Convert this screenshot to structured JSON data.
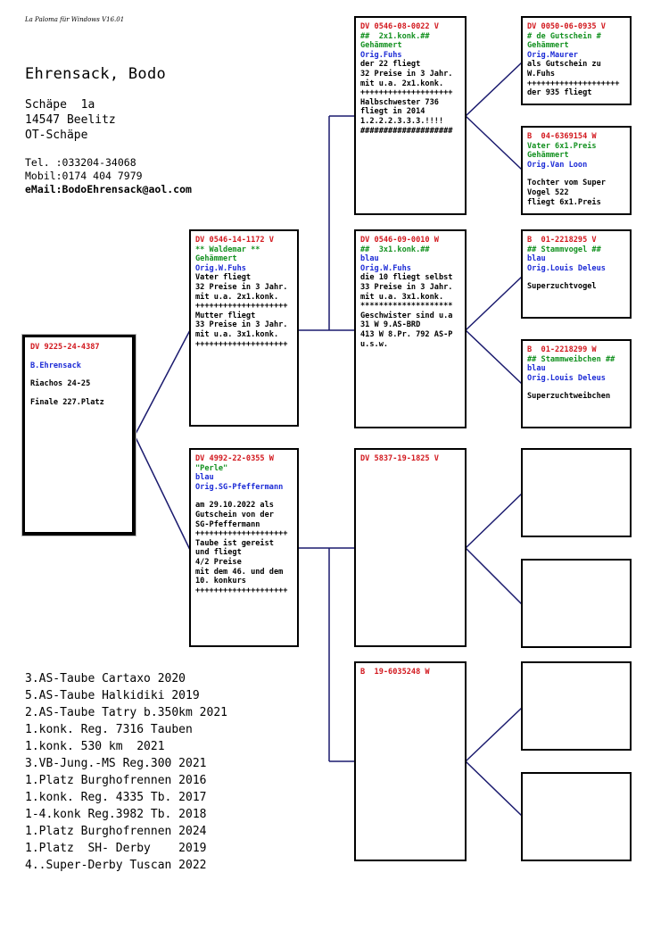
{
  "app_title": "La Paloma für Windows V16.01",
  "owner": {
    "name": "Ehrensack, Bodo",
    "address": [
      "Schäpe  1a",
      "14547 Beelitz",
      "OT-Schäpe"
    ],
    "tel": "Tel. :033204-34068",
    "mobil": "Mobil:0174 404 7979",
    "email": "eMail:BodoEhrensack@aol.com"
  },
  "colors": {
    "ring": "#d2171d",
    "name": "#139120",
    "breeder": "#1c2bd6",
    "line": "#1a1a6e"
  },
  "pigeons": {
    "main": {
      "lines": [
        {
          "t": "DV 9225-24-4387",
          "c": "red"
        },
        {
          "t": "",
          "c": "gap"
        },
        {
          "t": "B.Ehrensack",
          "c": "blue"
        },
        {
          "t": "",
          "c": "gap"
        },
        {
          "t": "Riachos 24-25",
          "c": "black"
        },
        {
          "t": "",
          "c": "gap"
        },
        {
          "t": "Finale 227.Platz",
          "c": "black"
        }
      ]
    },
    "father": {
      "lines": [
        {
          "t": "DV 0546-14-1172 V",
          "c": "red"
        },
        {
          "t": "** Waldemar **",
          "c": "green"
        },
        {
          "t": "Gehämmert",
          "c": "green"
        },
        {
          "t": "Orig.W.Fuhs",
          "c": "blue"
        },
        {
          "t": "Vater fliegt",
          "c": "black"
        },
        {
          "t": "32 Preise in 3 Jahr.",
          "c": "black"
        },
        {
          "t": "mit u.a. 2x1.konk.",
          "c": "black"
        },
        {
          "t": "++++++++++++++++++++",
          "c": "black"
        },
        {
          "t": "Mutter fliegt",
          "c": "black"
        },
        {
          "t": "33 Preise in 3 Jahr.",
          "c": "black"
        },
        {
          "t": "mit u.a. 3x1.konk.",
          "c": "black"
        },
        {
          "t": "++++++++++++++++++++",
          "c": "black"
        }
      ]
    },
    "mother": {
      "lines": [
        {
          "t": "DV 4992-22-0355 W",
          "c": "red"
        },
        {
          "t": "\"Perle\"",
          "c": "green"
        },
        {
          "t": "blau",
          "c": "blue"
        },
        {
          "t": "Orig.SG-Pfeffermann",
          "c": "blue"
        },
        {
          "t": "",
          "c": "gap"
        },
        {
          "t": "am 29.10.2022 als",
          "c": "black"
        },
        {
          "t": "Gutschein von der",
          "c": "black"
        },
        {
          "t": "SG-Pfeffermann",
          "c": "black"
        },
        {
          "t": "++++++++++++++++++++",
          "c": "black"
        },
        {
          "t": "Taube ist gereist",
          "c": "black"
        },
        {
          "t": "und fliegt",
          "c": "black"
        },
        {
          "t": "4/2 Preise",
          "c": "black"
        },
        {
          "t": "mit dem 46. und dem",
          "c": "black"
        },
        {
          "t": "10. konkurs",
          "c": "black"
        },
        {
          "t": "++++++++++++++++++++",
          "c": "black"
        }
      ]
    },
    "ff": {
      "lines": [
        {
          "t": "DV 0546-08-0022 V",
          "c": "red"
        },
        {
          "t": "##  2x1.konk.##",
          "c": "green"
        },
        {
          "t": "Gehämmert",
          "c": "green"
        },
        {
          "t": "Orig.Fuhs",
          "c": "blue"
        },
        {
          "t": "der 22 fliegt",
          "c": "black"
        },
        {
          "t": "32 Preise in 3 Jahr.",
          "c": "black"
        },
        {
          "t": "mit u.a. 2x1.konk.",
          "c": "black"
        },
        {
          "t": "++++++++++++++++++++",
          "c": "black"
        },
        {
          "t": "Halbschwester 736",
          "c": "black"
        },
        {
          "t": "fliegt in 2014",
          "c": "black"
        },
        {
          "t": "1.2.2.2.3.3.3.!!!!",
          "c": "black"
        },
        {
          "t": "####################",
          "c": "black"
        }
      ]
    },
    "fm": {
      "lines": [
        {
          "t": "DV 0546-09-0010 W",
          "c": "red"
        },
        {
          "t": "##  3x1.konk.##",
          "c": "green"
        },
        {
          "t": "blau",
          "c": "blue"
        },
        {
          "t": "Orig.W.Fuhs",
          "c": "blue"
        },
        {
          "t": "die 10 fliegt selbst",
          "c": "black"
        },
        {
          "t": "33 Preise in 3 Jahr.",
          "c": "black"
        },
        {
          "t": "mit u.a. 3x1.konk.",
          "c": "black"
        },
        {
          "t": "********************",
          "c": "black"
        },
        {
          "t": "Geschwister sind u.a",
          "c": "black"
        },
        {
          "t": "31 W 9.AS-BRD",
          "c": "black"
        },
        {
          "t": "413 W 8.Pr. 792 AS-P",
          "c": "black"
        },
        {
          "t": "u.s.w.",
          "c": "black"
        }
      ]
    },
    "mf": {
      "lines": [
        {
          "t": "DV 5837-19-1825 V",
          "c": "red"
        }
      ]
    },
    "mm": {
      "lines": [
        {
          "t": "B  19-6035248 W",
          "c": "red"
        }
      ]
    },
    "fff": {
      "lines": [
        {
          "t": "DV 0050-06-0935 V",
          "c": "red"
        },
        {
          "t": "# de Gutschein #",
          "c": "green"
        },
        {
          "t": "Gehämmert",
          "c": "green"
        },
        {
          "t": "Orig.Maurer",
          "c": "blue"
        },
        {
          "t": "als Gutschein zu",
          "c": "black"
        },
        {
          "t": "W.Fuhs",
          "c": "black"
        },
        {
          "t": "++++++++++++++++++++",
          "c": "black"
        },
        {
          "t": "der 935 fliegt",
          "c": "black"
        }
      ]
    },
    "ffm": {
      "lines": [
        {
          "t": "B  04-6369154 W",
          "c": "red"
        },
        {
          "t": "Vater 6x1.Preis",
          "c": "green"
        },
        {
          "t": "Gehämmert",
          "c": "green"
        },
        {
          "t": "Orig.Van Loon",
          "c": "blue"
        },
        {
          "t": "",
          "c": "gap"
        },
        {
          "t": "Tochter vom Super",
          "c": "black"
        },
        {
          "t": "Vogel 522",
          "c": "black"
        },
        {
          "t": "fliegt 6x1.Preis",
          "c": "black"
        }
      ]
    },
    "fmf": {
      "lines": [
        {
          "t": "B  01-2218295 V",
          "c": "red"
        },
        {
          "t": "## Stammvogel ##",
          "c": "green"
        },
        {
          "t": "blau",
          "c": "blue"
        },
        {
          "t": "Orig.Louis Deleus",
          "c": "blue"
        },
        {
          "t": "",
          "c": "gap"
        },
        {
          "t": "Superzuchtvogel",
          "c": "black"
        }
      ]
    },
    "fmm": {
      "lines": [
        {
          "t": "B  01-2218299 W",
          "c": "red"
        },
        {
          "t": "## Stammweibchen ##",
          "c": "green"
        },
        {
          "t": "blau",
          "c": "blue"
        },
        {
          "t": "Orig.Louis Deleus",
          "c": "blue"
        },
        {
          "t": "",
          "c": "gap"
        },
        {
          "t": "Superzuchtweibchen",
          "c": "black"
        }
      ]
    },
    "mff": {
      "lines": []
    },
    "mfm": {
      "lines": []
    },
    "mmf": {
      "lines": []
    },
    "mmm": {
      "lines": []
    }
  },
  "achievements": [
    "3.AS-Taube Cartaxo 2020",
    "5.AS-Taube Halkidiki 2019",
    "2.AS-Taube Tatry b.350km 2021",
    "1.konk. Reg. 7316 Tauben",
    "1.konk. 530 km  2021",
    "3.VB-Jung.-MS Reg.300 2021",
    "1.Platz Burghofrennen 2016",
    "1.konk. Reg. 4335 Tb. 2017",
    "1-4.konk Reg.3982 Tb. 2018",
    "1.Platz Burghofrennen 2024",
    "1.Platz  SH- Derby    2019",
    "4..Super-Derby Tuscan 2022"
  ]
}
